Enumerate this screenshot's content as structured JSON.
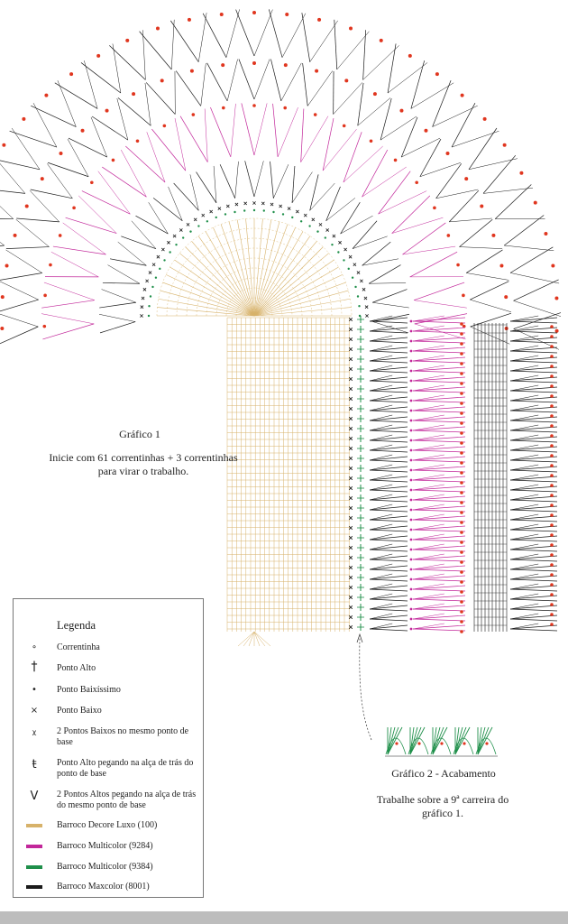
{
  "grafico1": {
    "title": "Gráfico 1",
    "description": "Inicie com 61 correntinhas + 3 correntinhas para virar o trabalho."
  },
  "grafico2": {
    "title": "Gráfico 2 - Acabamento",
    "description": "Trabalhe sobre a 9ª carreira do gráfico 1."
  },
  "legend": {
    "title": "Legenda",
    "items": [
      {
        "symbol": "correntinha-icon",
        "glyph": "⚬",
        "label": "Correntinha"
      },
      {
        "symbol": "ponto-alto-icon",
        "glyph": "†",
        "label": "Ponto Alto"
      },
      {
        "symbol": "ponto-baixissimo-icon",
        "glyph": "•",
        "label": "Ponto Baixíssimo"
      },
      {
        "symbol": "ponto-baixo-icon",
        "glyph": "×",
        "label": "Ponto Baixo"
      },
      {
        "symbol": "dois-pontos-baixos-icon",
        "glyph": "ᵡ",
        "label": "2 Pontos Baixos no mesmo ponto de base"
      },
      {
        "symbol": "ponto-alto-alca-icon",
        "glyph": "ŧ",
        "label": "Ponto Alto pegando na alça de trás do ponto de base"
      },
      {
        "symbol": "dois-pontos-altos-alca-icon",
        "glyph": "V",
        "label": "2 Pontos Altos pegando na alça de trás do mesmo ponto de base"
      }
    ],
    "yarns": [
      {
        "label": "Barroco Decore Luxo (100)",
        "color": "#d7b26a"
      },
      {
        "label": "Barroco Multicolor (9284)",
        "color": "#c2279a"
      },
      {
        "label": "Barroco Multicolor (9384)",
        "color": "#1f8f4a"
      },
      {
        "label": "Barroco Maxcolor (8001)",
        "color": "#1a1a1a"
      }
    ]
  },
  "colors": {
    "tan": "#d7b26a",
    "magenta": "#c2279a",
    "green": "#1f8f4a",
    "black": "#1a1a1a",
    "red": "#e0361f"
  }
}
